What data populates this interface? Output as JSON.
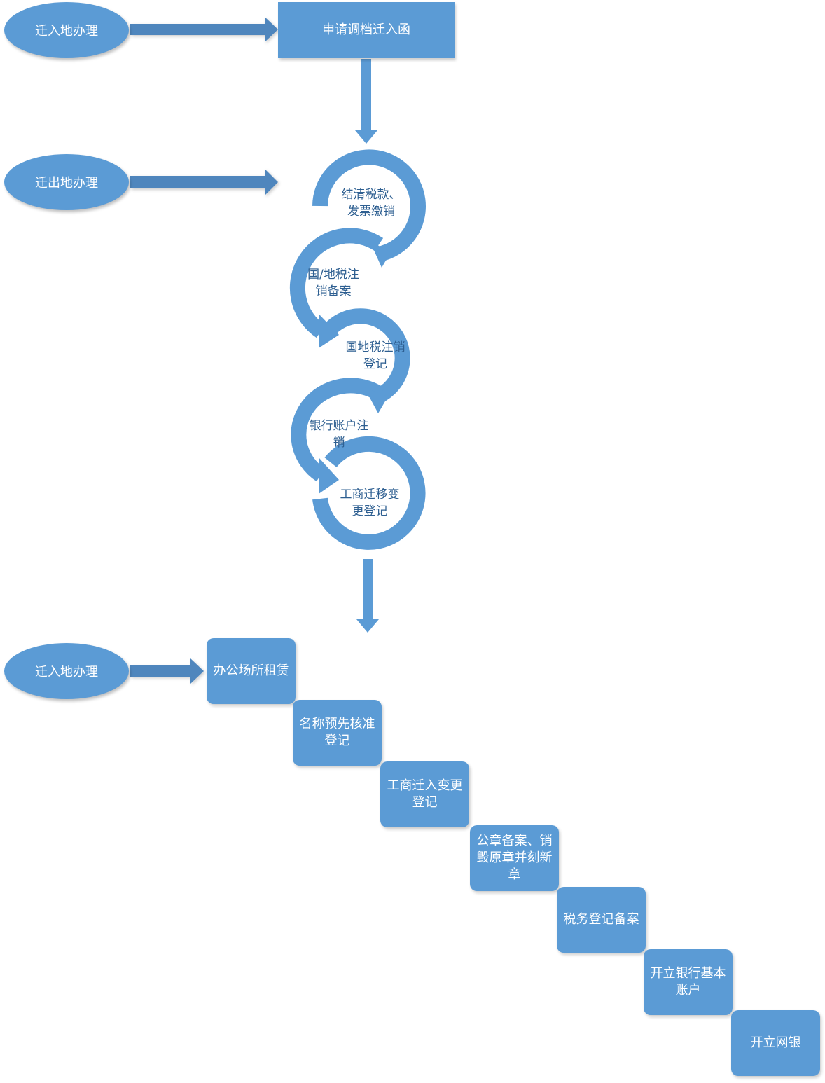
{
  "ellipses": {
    "move_in_1": "迁入地办理",
    "move_out": "迁出地办理",
    "move_in_2": "迁入地办理"
  },
  "top_box": "申请调档迁入函",
  "cycle_steps": [
    "结清税款、\n发票缴销",
    "国/地税注\n销备案",
    "国地税注销\n登记",
    "银行账户注\n销",
    "工商迁移变\n更登记"
  ],
  "stair_steps": [
    "办公场所租赁",
    "名称预先核准\n登记",
    "工商迁入变更\n登记",
    "公章备案、销\n毁原章并刻新\n章",
    "税务登记备案",
    "开立银行基本\n账户",
    "开立网银"
  ],
  "colors": {
    "fill": "#5b9bd5",
    "arrow": "#4f86bd",
    "label": "#2e5f91"
  }
}
